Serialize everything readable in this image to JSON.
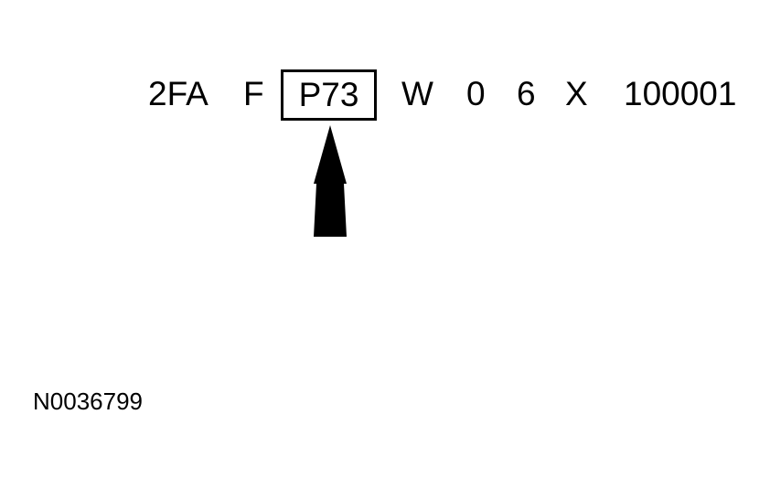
{
  "vin": {
    "segments": [
      "2FA",
      "F",
      "P73",
      "W",
      "0",
      "6",
      "X",
      "100001"
    ],
    "highlighted_segment": "P73"
  },
  "arrow": {
    "direction": "up",
    "points_to": "P73",
    "color": "#000000"
  },
  "reference_id": "N0036799"
}
